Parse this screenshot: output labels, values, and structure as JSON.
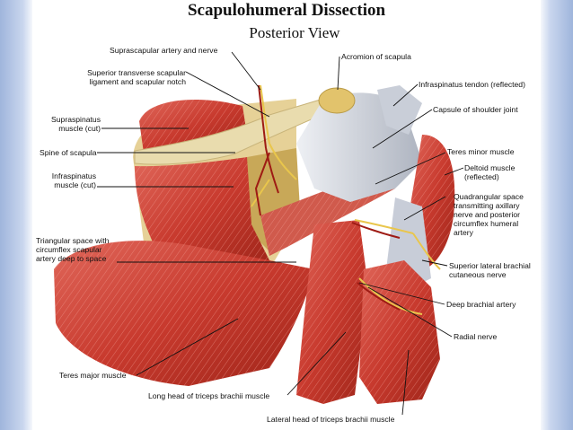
{
  "title": "Scapulohumeral Dissection",
  "subtitle": "Posterior View",
  "labels": {
    "suprascapular_artery": "Suprascapular artery and nerve",
    "superior_transverse": "Superior transverse scapular\nligament and scapular notch",
    "supraspinatus": "Supraspinatus\nmuscle (cut)",
    "spine": "Spine of scapula",
    "infraspinatus_muscle": "Infraspinatus\nmuscle (cut)",
    "triangular_space": "Triangular space with\ncircumflex scapular\nartery deep to space",
    "teres_major": "Teres major muscle",
    "long_head": "Long head of triceps brachii muscle",
    "lateral_head": "Lateral head of triceps brachii muscle",
    "acromion": "Acromion of scapula",
    "infraspinatus_tendon": "Infraspinatus tendon (reflected)",
    "capsule": "Capsule of shoulder joint",
    "teres_minor": "Teres minor muscle",
    "deltoid": "Deltoid muscle\n(reflected)",
    "quadrangular": "Quadrangular space\ntransmitting axillary\nnerve and posterior\ncircumflex humeral\nartery",
    "superior_lateral": "Superior lateral brachial\ncutaneous nerve",
    "deep_brachial": "Deep brachial artery",
    "radial_nerve": "Radial nerve"
  },
  "colors": {
    "muscle": "#d2493a",
    "muscle_dark": "#a8281e",
    "tendon": "#d7dbe3",
    "bone": "#e8d79a",
    "nerve": "#e8c24a",
    "artery": "#b3261e"
  }
}
